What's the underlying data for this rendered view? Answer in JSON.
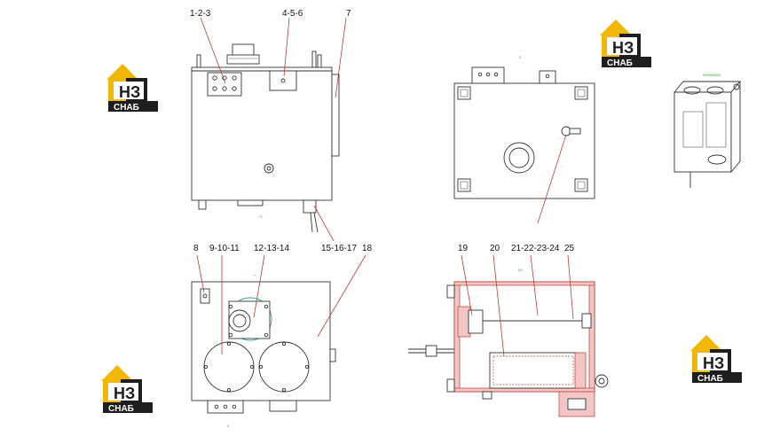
{
  "brand": {
    "logo_letters": "НЗ",
    "logo_word": "СНАБ",
    "color_yellow": "#f2b705",
    "color_dark": "#1e1e1e"
  },
  "callouts": {
    "c_1_2_3": "1-2-3",
    "c_4_5_6": "4-5-6",
    "c_7": "7",
    "c_8": "8",
    "c_9_10_11": "9-10-11",
    "c_12_13_14": "12-13-14",
    "c_15_16_17": "15-16-17",
    "c_18": "18",
    "c_19": "19",
    "c_20": "20",
    "c_21_24": "21-22-23-24",
    "c_25": "25"
  },
  "colors": {
    "leader": "#c0392b",
    "note": "#2a9a2a",
    "line": "#333333"
  }
}
